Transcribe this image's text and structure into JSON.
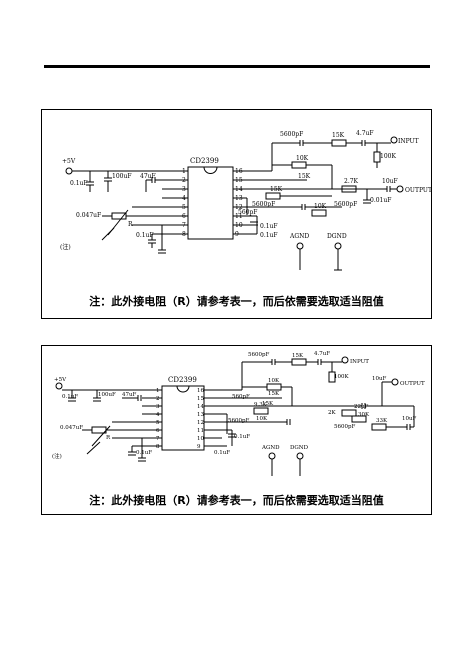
{
  "schematic1": {
    "ic_name": "CD2399",
    "pins_left": [
      "1",
      "2",
      "3",
      "4",
      "5",
      "6",
      "7",
      "8"
    ],
    "pins_right": [
      "16",
      "15",
      "14",
      "13",
      "12",
      "11",
      "10",
      "9"
    ],
    "supply": "+5V",
    "input": "INPUT",
    "output": "OUTPUT",
    "agnd": "AGND",
    "dgnd": "DGND",
    "note_marker": "(注)",
    "resistor_r": "R",
    "values": {
      "c5600_top": "5600pF",
      "r15k_top": "15K",
      "c47u_top": "4.7uF",
      "r100k": "100K",
      "r10k": "10K",
      "r15k_mid": "15K",
      "r15k_b": "15K",
      "r27k": "2.7K",
      "c10u": "10uF",
      "c01_left": "0.1uF",
      "c100u": "100uF",
      "c47u_left": "47uF",
      "c0047": "0.047uF",
      "c01_bot": "0.1uF",
      "c5600_mid": "5600pF",
      "c560": "560pF",
      "r10k_b": "10K",
      "c5600_r": "5600pF",
      "c001": "0.01uF",
      "c01_p10": "0.1uF",
      "c01_p12": "0.1uF"
    },
    "note": "注：此外接电阻（R）请参考表一，而后依需要选取适当阻值"
  },
  "schematic2": {
    "ic_name": "CD2399",
    "pins_left": [
      "1",
      "2",
      "3",
      "4",
      "5",
      "6",
      "7",
      "8"
    ],
    "pins_right": [
      "16",
      "15",
      "14",
      "13",
      "12",
      "11",
      "10",
      "9"
    ],
    "supply": "+5V",
    "input": "INPUT",
    "output": "OUTPUT",
    "agnd": "AGND",
    "dgnd": "DGND",
    "note_marker": "(注)",
    "resistor_r": "R",
    "values": {
      "c5600_top": "5600pF",
      "r15k_top": "15K",
      "c47u_top": "4.7uF",
      "r100k": "100K",
      "r10k": "10K",
      "r15k_mid": "15K",
      "r15k_b": "15K",
      "c10u": "10uF",
      "c01_left": "0.1uF",
      "c100u": "100uF",
      "c47u_left": "47uF",
      "c0047": "0.047uF",
      "c01_bot": "0.1uF",
      "c560": "560pF",
      "c5600_mid": "5600pF",
      "r93k": "9.3K",
      "r10k_b": "10K",
      "r2k": "2K",
      "c22u": "22uF",
      "r30k": "30K",
      "r33k": "33K",
      "c10u_b": "10uF",
      "c01_p10": "0.1uF",
      "c01_p9": "0.1uF",
      "c5600_r": "5600pF"
    },
    "note": "注：此外接电阻（R）请参考表一，而后依需要选取适当阻值"
  }
}
